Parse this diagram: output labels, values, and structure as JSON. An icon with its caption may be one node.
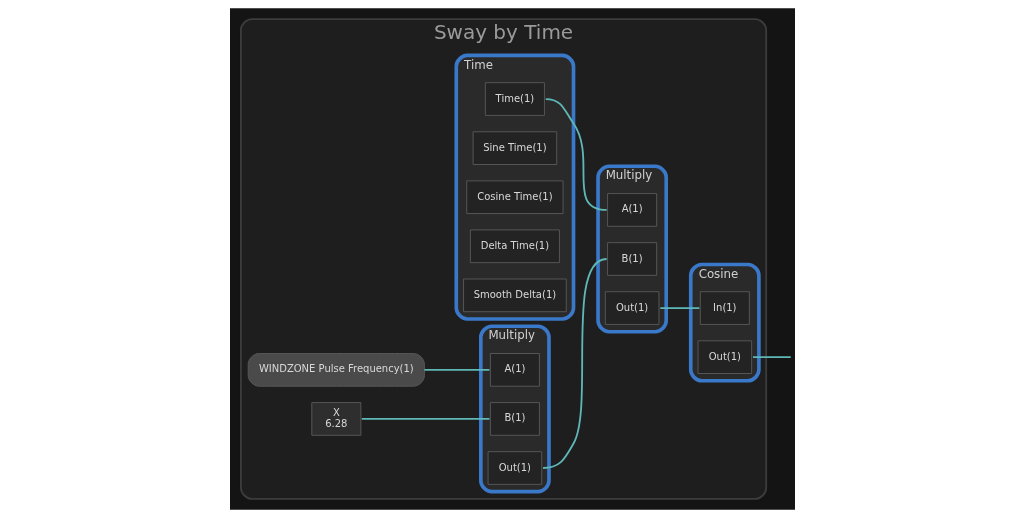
{
  "diagram": {
    "nodes": [
      {
        "text": [
          "Sway by Time"
        ]
      },
      {
        "text": [
          "Time"
        ],
        "in": 0
      },
      {
        "text": [
          "Time(1)"
        ],
        "in": 1
      },
      {
        "text": [
          "Sine Time(1)"
        ],
        "in": 1
      },
      {
        "text": [
          "Cosine Time(1)"
        ],
        "in": 1
      },
      {
        "text": [
          "Delta Time(1)"
        ],
        "in": 1
      },
      {
        "text": [
          "Smooth Delta(1)"
        ],
        "in": 1
      },
      {
        "text": [
          "WINDZONE Pulse Frequency(1)"
        ],
        "in": 0
      },
      {
        "text": [
          "X",
          "6.28"
        ],
        "in": 0
      },
      {
        "text": [
          "Multiply"
        ],
        "in": 0
      },
      {
        "text": [
          "A(1)"
        ],
        "in": 9
      },
      {
        "text": [
          "B(1)"
        ],
        "in": 9
      },
      {
        "text": [
          "Out(1)"
        ],
        "in": 9
      },
      {
        "text": [
          "Multiply"
        ],
        "in": 0
      },
      {
        "text": [
          "A(1)"
        ],
        "in": 13
      },
      {
        "text": [
          "B(1)"
        ],
        "in": 13
      },
      {
        "text": [
          "Out(1)"
        ],
        "in": 13
      },
      {
        "text": [
          "Cosine"
        ],
        "in": 0
      },
      {
        "text": [
          "In(1)"
        ],
        "in": 17
      },
      {
        "text": [
          "Out(1)"
        ],
        "in": 17
      }
    ],
    "edges": [
      {
        "from": 2,
        "to": 14,
        "arrow": "none"
      },
      {
        "from": 7,
        "to": 10,
        "arrow": "none"
      },
      {
        "from": 8,
        "to": 11,
        "arrow": "none"
      },
      {
        "from": 12,
        "to": 15,
        "arrow": "none"
      },
      {
        "from": 16,
        "to": 18,
        "arrow": "none"
      },
      {
        "from": 19,
        "to": null,
        "arrow": "none"
      }
    ]
  }
}
